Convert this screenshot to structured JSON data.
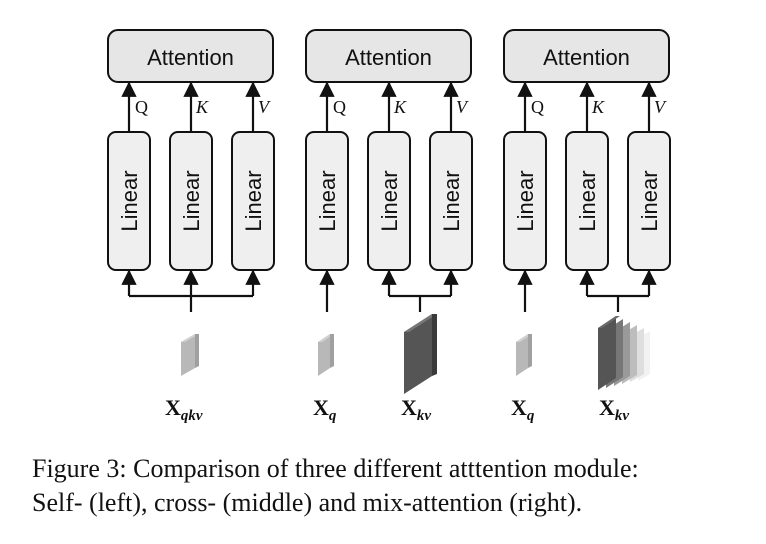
{
  "figure": {
    "panels": [
      {
        "attention_label": "Attention",
        "linear_labels": [
          "Linear",
          "Linear",
          "Linear"
        ],
        "arrow_labels": [
          "Q",
          "K",
          "V"
        ],
        "inputs": [
          {
            "bold": "X",
            "subscript": "qkv",
            "style": "light-single"
          }
        ]
      },
      {
        "attention_label": "Attention",
        "linear_labels": [
          "Linear",
          "Linear",
          "Linear"
        ],
        "arrow_labels": [
          "Q",
          "K",
          "V"
        ],
        "inputs": [
          {
            "bold": "X",
            "subscript": "q",
            "style": "light-single"
          },
          {
            "bold": "X",
            "subscript": "kv",
            "style": "dark-single"
          }
        ]
      },
      {
        "attention_label": "Attention",
        "linear_labels": [
          "Linear",
          "Linear",
          "Linear"
        ],
        "arrow_labels": [
          "Q",
          "K",
          "V"
        ],
        "inputs": [
          {
            "bold": "X",
            "subscript": "q",
            "style": "light-single"
          },
          {
            "bold": "X",
            "subscript": "kv",
            "style": "gradient-stack"
          }
        ]
      }
    ],
    "colors": {
      "box_fill": "#e6e6e6",
      "stroke": "#111111",
      "light_block": "#b8b8b8",
      "dark_block": "#555555"
    }
  },
  "caption": {
    "line1": "Figure 3: Comparison of three different atttention module:",
    "line2": "Self- (left), cross- (middle) and mix-attention (right)."
  }
}
